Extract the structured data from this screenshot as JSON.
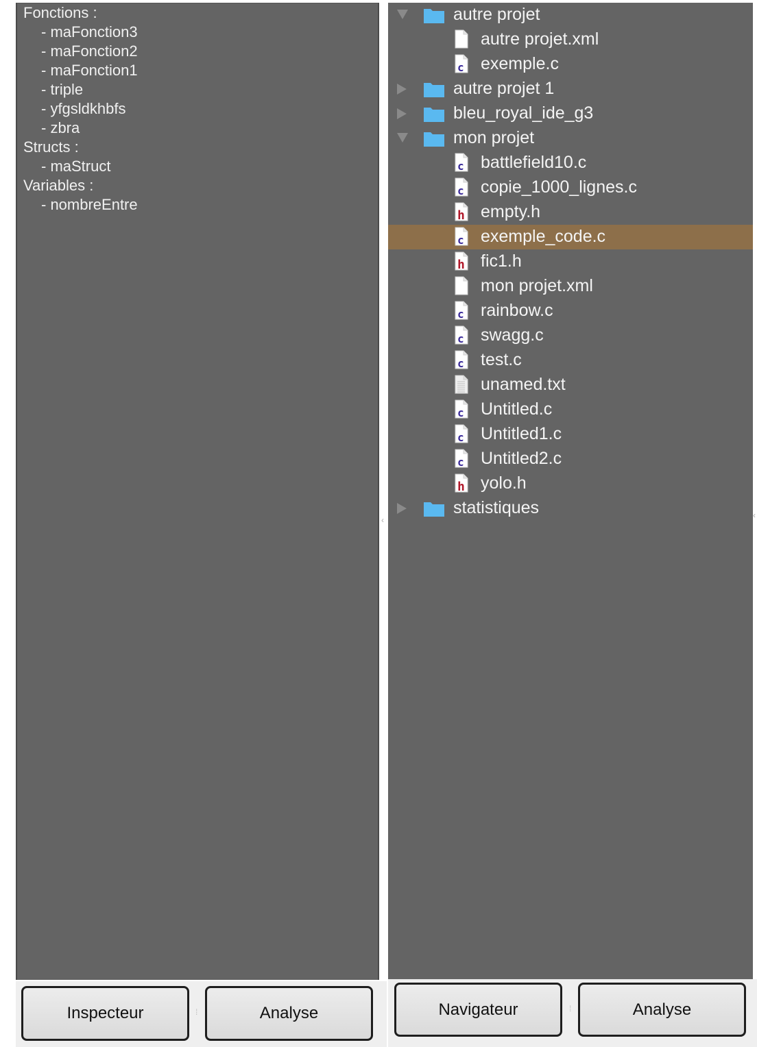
{
  "inspector": {
    "entries": [
      {
        "kind": "section",
        "text": "Fonctions :"
      },
      {
        "kind": "item",
        "text": "- maFonction3"
      },
      {
        "kind": "item",
        "text": "- maFonction2"
      },
      {
        "kind": "item",
        "text": "- maFonction1"
      },
      {
        "kind": "item",
        "text": "- triple"
      },
      {
        "kind": "item",
        "text": "- yfgsldkhbfs"
      },
      {
        "kind": "item",
        "text": "- zbra"
      },
      {
        "kind": "section",
        "text": "Structs :"
      },
      {
        "kind": "item",
        "text": "- maStruct"
      },
      {
        "kind": "section",
        "text": "Variables :"
      },
      {
        "kind": "item",
        "text": "- nombreEntre"
      }
    ]
  },
  "left_footer": {
    "inspector_button": "Inspecteur",
    "analyse_button": "Analyse"
  },
  "navigator": {
    "tree": [
      {
        "type": "folder",
        "expanded": true,
        "label": "autre projet"
      },
      {
        "type": "file",
        "icon": "xml-file-icon",
        "label": "autre projet.xml"
      },
      {
        "type": "file",
        "icon": "c-file-icon",
        "label": "exemple.c"
      },
      {
        "type": "folder",
        "expanded": false,
        "label": "autre projet 1"
      },
      {
        "type": "folder",
        "expanded": false,
        "label": "bleu_royal_ide_g3"
      },
      {
        "type": "folder",
        "expanded": true,
        "label": "mon projet"
      },
      {
        "type": "file",
        "icon": "c-file-icon",
        "label": "battlefield10.c"
      },
      {
        "type": "file",
        "icon": "c-file-icon",
        "label": "copie_1000_lignes.c"
      },
      {
        "type": "file",
        "icon": "h-file-icon",
        "label": "empty.h"
      },
      {
        "type": "file",
        "icon": "c-file-icon",
        "label": "exemple_code.c",
        "selected": true
      },
      {
        "type": "file",
        "icon": "h-file-icon",
        "label": "fic1.h"
      },
      {
        "type": "file",
        "icon": "xml-file-icon",
        "label": "mon projet.xml"
      },
      {
        "type": "file",
        "icon": "c-file-icon",
        "label": "rainbow.c"
      },
      {
        "type": "file",
        "icon": "c-file-icon",
        "label": "swagg.c"
      },
      {
        "type": "file",
        "icon": "c-file-icon",
        "label": "test.c"
      },
      {
        "type": "file",
        "icon": "txt-file-icon",
        "label": "unamed.txt"
      },
      {
        "type": "file",
        "icon": "c-file-icon",
        "label": "Untitled.c"
      },
      {
        "type": "file",
        "icon": "c-file-icon",
        "label": "Untitled1.c"
      },
      {
        "type": "file",
        "icon": "c-file-icon",
        "label": "Untitled2.c"
      },
      {
        "type": "file",
        "icon": "h-file-icon",
        "label": "yolo.h"
      },
      {
        "type": "folder",
        "expanded": false,
        "label": "statistiques"
      }
    ]
  },
  "right_footer": {
    "navigator_button": "Navigateur",
    "analyse_button": "Analyse"
  },
  "colors": {
    "panel_bg": "#646464",
    "selection": "#8d6f4a",
    "folder": "#5bb8f0",
    "c_letter": "#3a2a9a",
    "h_letter": "#b0182a"
  }
}
